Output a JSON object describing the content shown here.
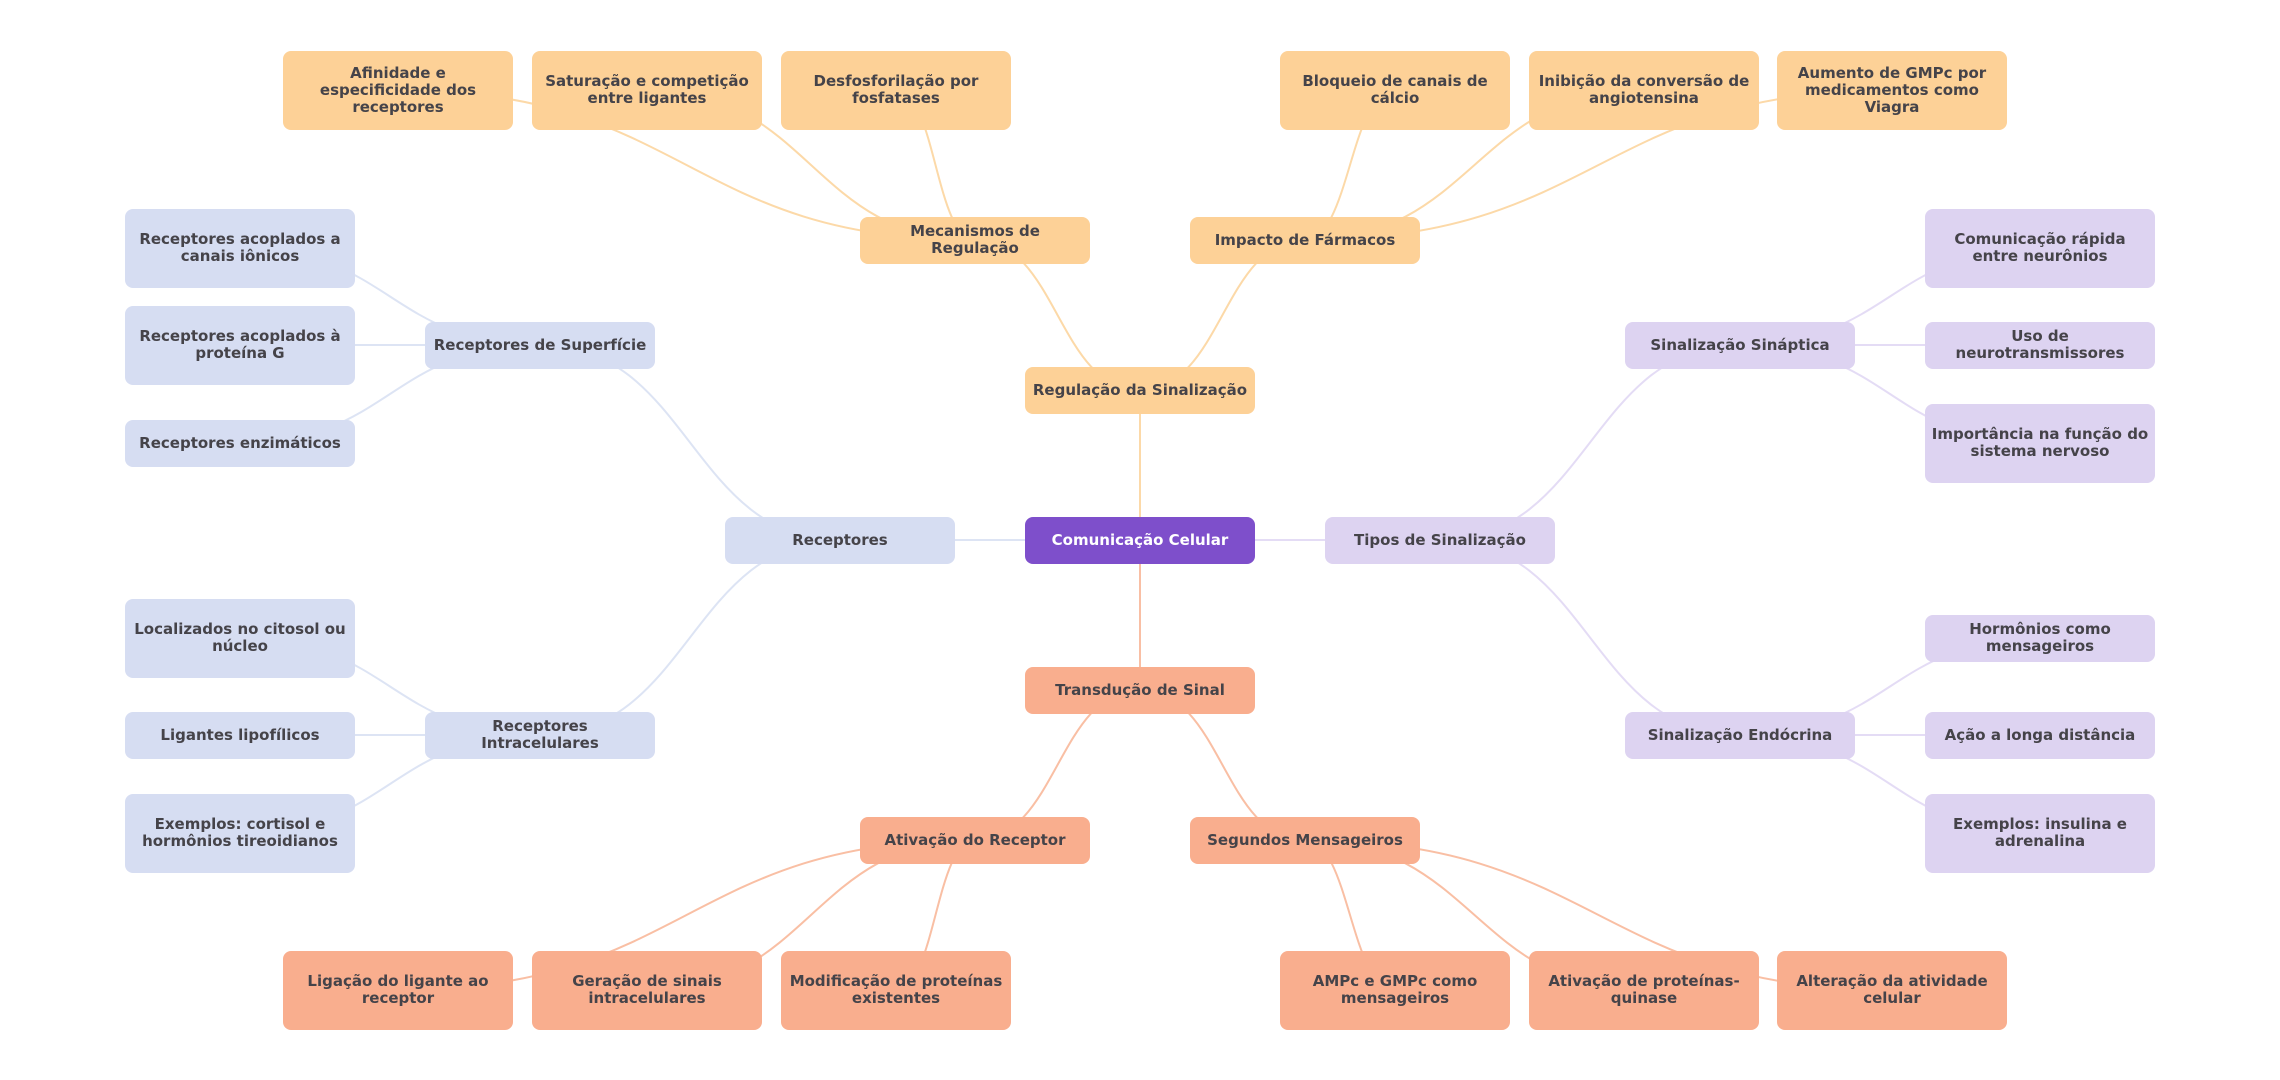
{
  "root": {
    "label": "Comunicação Celular"
  },
  "colors": {
    "root": "#7e4fcb",
    "regulation": "#fdd197",
    "receptors": "#d6ddf2",
    "signaling_types": "#ddd3f1",
    "transduction": "#f9ae8e",
    "edge_regulation": "#fcd9a8",
    "edge_receptors": "#dde4f4",
    "edge_signaling_types": "#e4dcf5",
    "edge_transduction": "#f9bfa4"
  },
  "branches": {
    "regulation": {
      "label": "Regulação da Sinalização",
      "children": [
        {
          "label": "Mecanismos de Regulação",
          "children": [
            "Afinidade e especificidade dos receptores",
            "Saturação e competição entre ligantes",
            "Desfosforilação por fosfatases"
          ]
        },
        {
          "label": "Impacto de Fármacos",
          "children": [
            "Bloqueio de canais de cálcio",
            "Inibição da conversão de angiotensina",
            "Aumento de GMPc por medicamentos como Viagra"
          ]
        }
      ]
    },
    "receptors": {
      "label": "Receptores",
      "children": [
        {
          "label": "Receptores de Superfície",
          "children": [
            "Receptores acoplados a canais iônicos",
            "Receptores acoplados à proteína G",
            "Receptores enzimáticos"
          ]
        },
        {
          "label": "Receptores Intracelulares",
          "children": [
            "Localizados no citosol ou núcleo",
            "Ligantes lipofílicos",
            "Exemplos: cortisol e hormônios tireoidianos"
          ]
        }
      ]
    },
    "signaling_types": {
      "label": "Tipos de Sinalização",
      "children": [
        {
          "label": "Sinalização Sináptica",
          "children": [
            "Comunicação rápida entre neurônios",
            "Uso de neurotransmissores",
            "Importância na função do sistema nervoso"
          ]
        },
        {
          "label": "Sinalização Endócrina",
          "children": [
            "Hormônios como mensageiros",
            "Ação a longa distância",
            "Exemplos: insulina e adrenalina"
          ]
        }
      ]
    },
    "transduction": {
      "label": "Transdução de Sinal",
      "children": [
        {
          "label": "Ativação do Receptor",
          "children": [
            "Ligação do ligante ao receptor",
            "Geração de sinais intracelulares",
            "Modificação de proteínas existentes"
          ]
        },
        {
          "label": "Segundos Mensageiros",
          "children": [
            "AMPc e GMPc como mensageiros",
            "Ativação de proteínas-quinase",
            "Alteração da atividade celular"
          ]
        }
      ]
    }
  }
}
